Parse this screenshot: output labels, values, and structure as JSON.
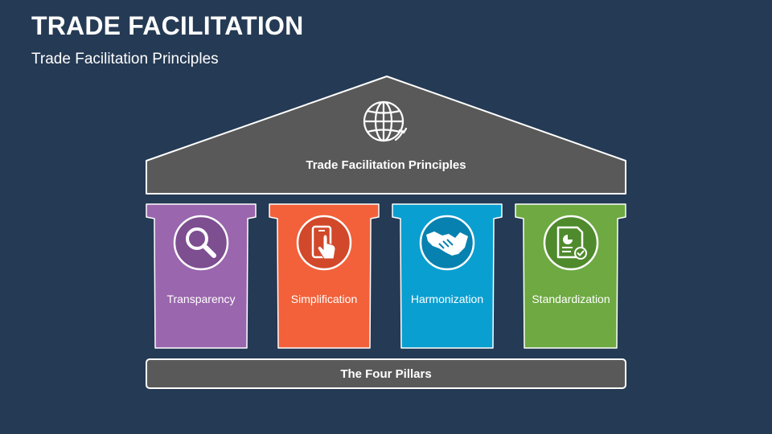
{
  "header": {
    "title": "TRADE FACILITATION",
    "subtitle": "Trade Facilitation Principles"
  },
  "roof": {
    "label": "Trade Facilitation Principles",
    "icon": "globe-refresh-icon"
  },
  "pillars": [
    {
      "label": "Transparency",
      "icon": "magnifier-icon",
      "color": "#9a66ad"
    },
    {
      "label": "Simplification",
      "icon": "touch-phone-icon",
      "color": "#f2613a"
    },
    {
      "label": "Harmonization",
      "icon": "handshake-icon",
      "color": "#0a9fd1"
    },
    {
      "label": "Standardization",
      "icon": "document-check-icon",
      "color": "#6ea942"
    }
  ],
  "base": {
    "label": "The Four Pillars"
  },
  "colors": {
    "background": "#253a54",
    "gray": "#595959",
    "outline": "#ffffff"
  }
}
